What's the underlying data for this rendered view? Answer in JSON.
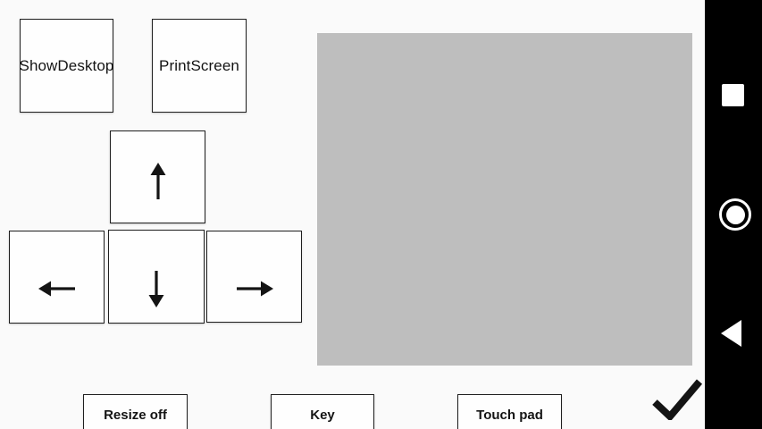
{
  "colors": {
    "background": "#FAFAFA",
    "button_fill": "#FEFEFE",
    "button_border": "#1F1F1F",
    "text": "#141414",
    "touchpad": "#BEBEBE",
    "navbar": "#000000",
    "nav_icon": "#FFFFFF"
  },
  "special_keys": [
    {
      "id": "show-desktop",
      "label": "ShowDesktop"
    },
    {
      "id": "print-screen",
      "label": "PrintScreen"
    }
  ],
  "arrow_pad": {
    "up_icon": "arrow-up-icon",
    "down_icon": "arrow-down-icon",
    "left_icon": "arrow-left-icon",
    "right_icon": "arrow-right-icon"
  },
  "toolbar": {
    "resize_label": "Resize off",
    "key_label": "Key",
    "touchpad_label": "Touch pad",
    "confirm_icon": "checkmark-icon"
  },
  "navbar": {
    "recents_icon": "recents-square-icon",
    "home_icon": "home-circle-icon",
    "back_icon": "back-triangle-icon"
  }
}
